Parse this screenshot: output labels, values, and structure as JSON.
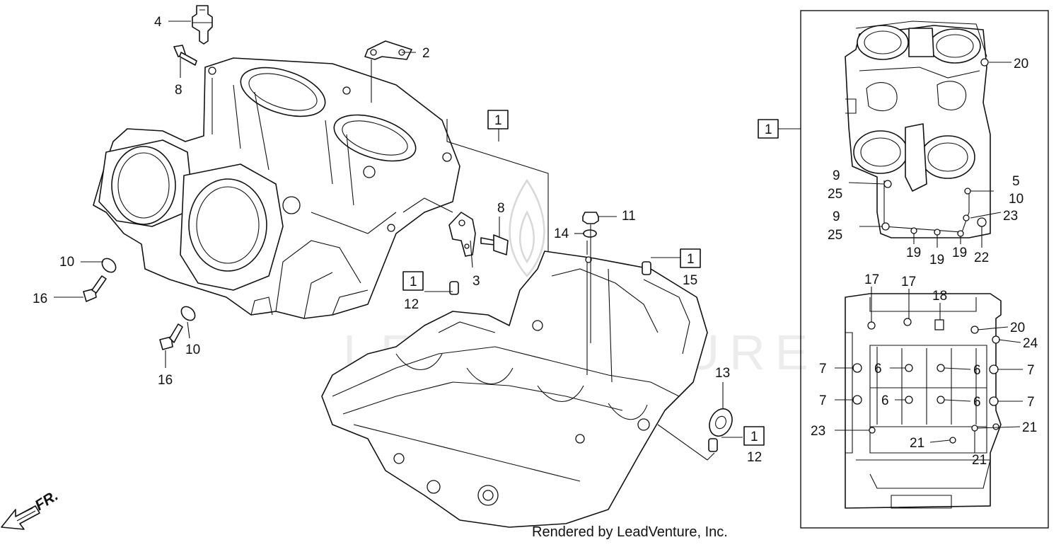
{
  "credit": "Rendered by LeadVenture, Inc.",
  "front_marker": "FR.",
  "watermark_text": "LEADVENTURE",
  "assembly_label": "1",
  "colors": {
    "line": "#111111",
    "background": "#ffffff",
    "watermark": "#d8d8d8"
  },
  "left_callouts": {
    "c2": "2",
    "c3": "3",
    "c4": "4",
    "c8a": "8",
    "c8b": "8",
    "c10a": "10",
    "c10b": "10",
    "c11": "11",
    "c12a": "12",
    "c12b": "12",
    "c13": "13",
    "c14": "14",
    "c15": "15",
    "c16a": "16",
    "c16b": "16"
  },
  "upper_panel_callouts": {
    "c20": "20",
    "c9a": "9",
    "c25a": "25",
    "c9b": "9",
    "c25b": "25",
    "c5": "5",
    "c10": "10",
    "c23": "23",
    "c19a": "19",
    "c19b": "19",
    "c19c": "19",
    "c22": "22"
  },
  "lower_panel_callouts": {
    "c17a": "17",
    "c17b": "17",
    "c18": "18",
    "c20": "20",
    "c24": "24",
    "c7a": "7",
    "c7b": "7",
    "c7c": "7",
    "c7d": "7",
    "c6a": "6",
    "c6b": "6",
    "c6c": "6",
    "c6d": "6",
    "c23": "23",
    "c21a": "21",
    "c21b": "21",
    "c21c": "21"
  }
}
